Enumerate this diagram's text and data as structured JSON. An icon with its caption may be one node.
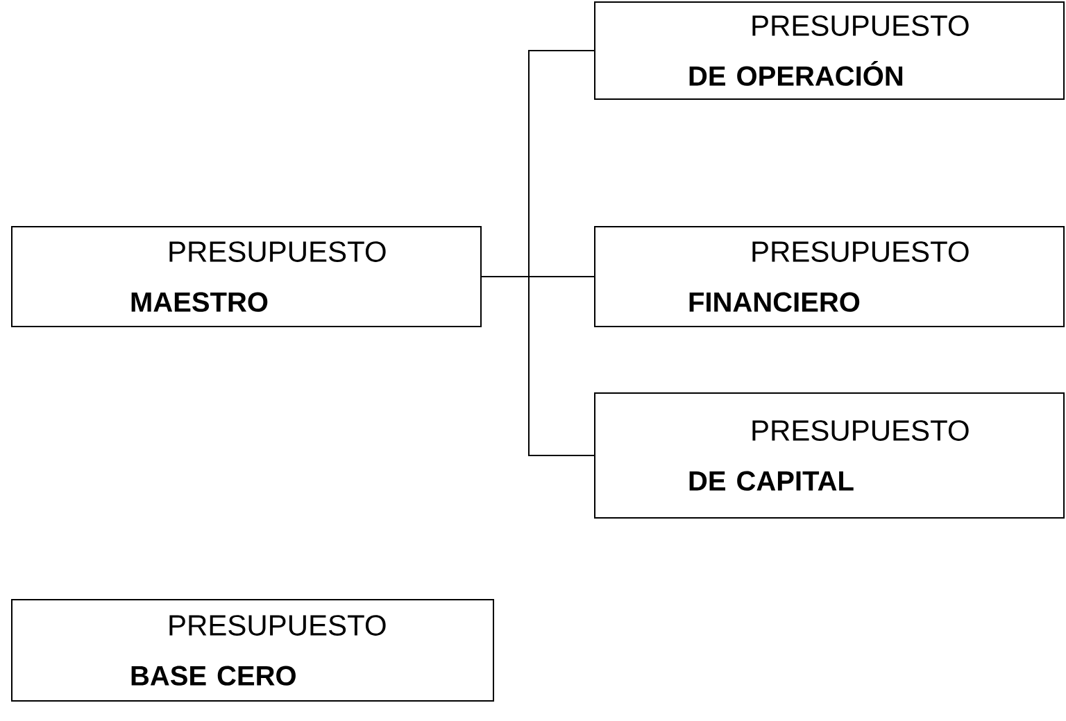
{
  "diagram": {
    "nodes": [
      {
        "text": [
          "PRESUPUESTO",
          "MAESTRO"
        ]
      },
      {
        "text": [
          "PRESUPUESTO",
          "DE OPERACIÓN"
        ]
      },
      {
        "text": [
          "PRESUPUESTO",
          "FINANCIERO"
        ]
      },
      {
        "text": [
          "PRESUPUESTO",
          "DE CAPITAL"
        ]
      },
      {
        "text": [
          "PRESUPUESTO",
          "BASE CERO"
        ]
      }
    ],
    "edges": [
      {
        "from": 0,
        "to": 1,
        "arrow": "none"
      },
      {
        "from": 0,
        "to": 2,
        "arrow": "none"
      },
      {
        "from": 0,
        "to": 3,
        "arrow": "none"
      }
    ]
  }
}
